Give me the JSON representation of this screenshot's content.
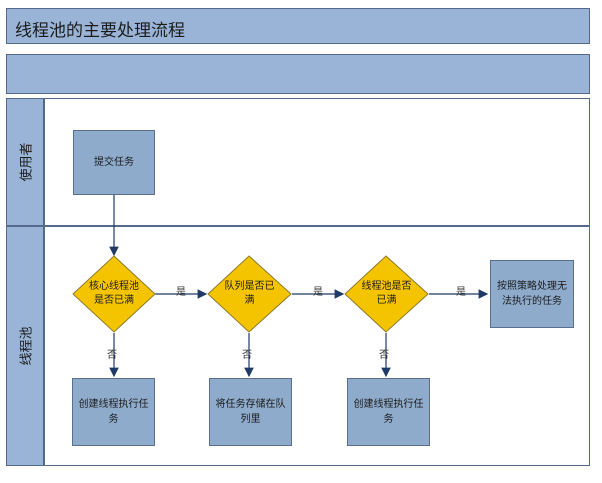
{
  "title": "线程池的主要处理流程",
  "lanes": {
    "user": "使用者",
    "pool": "线程池"
  },
  "nodes": {
    "submit": "提交任务",
    "core_full": "核心线程池是否已满",
    "queue_full": "队列是否已满",
    "pool_full": "线程池是否已满",
    "reject": "按照策略处理无法执行的任务",
    "create1": "创建线程执行任务",
    "enqueue": "将任务存储在队列里",
    "create2": "创建线程执行任务"
  },
  "edge_labels": {
    "yes": "是",
    "no": "否"
  },
  "colors": {
    "header": "#99b4d6",
    "box": "#8fabcc",
    "decision": "#f5c400",
    "arrow": "#1f3a66"
  }
}
